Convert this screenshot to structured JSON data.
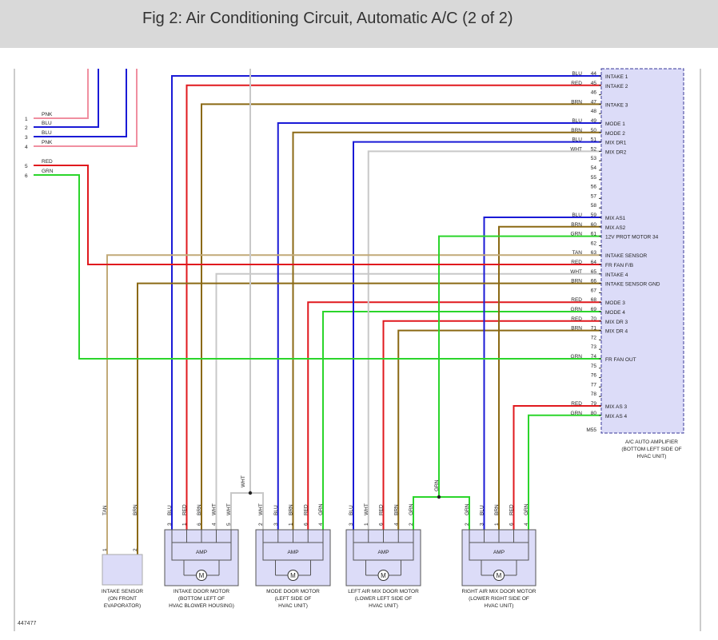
{
  "title": "Fig 2: Air Conditioning Circuit, Automatic A/C (2 of 2)",
  "figure_id": "447477",
  "colors": {
    "BLU": "#1a1ad6",
    "RED": "#e0191e",
    "BRN": "#8b6914",
    "PNK": "#f08fa0",
    "GRN": "#2bd52b",
    "WHT": "#c8c8c8",
    "TAN": "#c2aa78"
  },
  "left_connector": [
    {
      "pin": "1",
      "color": "PNK"
    },
    {
      "pin": "2",
      "color": "BLU"
    },
    {
      "pin": "3",
      "color": "BLU"
    },
    {
      "pin": "4",
      "color": "PNK"
    },
    {
      "pin": "5",
      "color": "RED"
    },
    {
      "pin": "6",
      "color": "GRN"
    }
  ],
  "amplifier": {
    "label_lines": [
      "A/C AUTO AMPLIFIER",
      "(BOTTOM LEFT SIDE OF",
      "HVAC UNIT)"
    ],
    "ground_label": "M55",
    "pins": [
      {
        "pin": "44",
        "color": "BLU",
        "name": "INTAKE 1"
      },
      {
        "pin": "45",
        "color": "RED",
        "name": "INTAKE 2"
      },
      {
        "pin": "46",
        "color": "",
        "name": ""
      },
      {
        "pin": "47",
        "color": "BRN",
        "name": "INTAKE 3"
      },
      {
        "pin": "48",
        "color": "",
        "name": ""
      },
      {
        "pin": "49",
        "color": "BLU",
        "name": "MODE 1"
      },
      {
        "pin": "50",
        "color": "BRN",
        "name": "MODE 2"
      },
      {
        "pin": "51",
        "color": "BLU",
        "name": "MIX DR1"
      },
      {
        "pin": "52",
        "color": "WHT",
        "name": "MIX DR2"
      },
      {
        "pin": "53",
        "color": "",
        "name": ""
      },
      {
        "pin": "54",
        "color": "",
        "name": ""
      },
      {
        "pin": "55",
        "color": "",
        "name": ""
      },
      {
        "pin": "56",
        "color": "",
        "name": ""
      },
      {
        "pin": "57",
        "color": "",
        "name": ""
      },
      {
        "pin": "58",
        "color": "",
        "name": ""
      },
      {
        "pin": "59",
        "color": "BLU",
        "name": "MIX AS1"
      },
      {
        "pin": "60",
        "color": "BRN",
        "name": "MIX AS2"
      },
      {
        "pin": "61",
        "color": "GRN",
        "name": "12V PROT MOTOR 34"
      },
      {
        "pin": "62",
        "color": "",
        "name": ""
      },
      {
        "pin": "63",
        "color": "TAN",
        "name": "INTAKE SENSOR"
      },
      {
        "pin": "64",
        "color": "RED",
        "name": "FR FAN F/B"
      },
      {
        "pin": "65",
        "color": "WHT",
        "name": "INTAKE 4"
      },
      {
        "pin": "66",
        "color": "BRN",
        "name": "INTAKE SENSOR GND"
      },
      {
        "pin": "67",
        "color": "",
        "name": ""
      },
      {
        "pin": "68",
        "color": "RED",
        "name": "MODE 3"
      },
      {
        "pin": "69",
        "color": "GRN",
        "name": "MODE 4"
      },
      {
        "pin": "70",
        "color": "RED",
        "name": "MIX DR 3"
      },
      {
        "pin": "71",
        "color": "BRN",
        "name": "MIX DR 4"
      },
      {
        "pin": "72",
        "color": "",
        "name": ""
      },
      {
        "pin": "73",
        "color": "",
        "name": ""
      },
      {
        "pin": "74",
        "color": "GRN",
        "name": "FR FAN OUT"
      },
      {
        "pin": "75",
        "color": "",
        "name": ""
      },
      {
        "pin": "76",
        "color": "",
        "name": ""
      },
      {
        "pin": "77",
        "color": "",
        "name": ""
      },
      {
        "pin": "78",
        "color": "",
        "name": ""
      },
      {
        "pin": "79",
        "color": "RED",
        "name": "MIX AS 3"
      },
      {
        "pin": "80",
        "color": "GRN",
        "name": "MIX AS 4"
      }
    ]
  },
  "sensor": {
    "label_lines": [
      "INTAKE SENSOR",
      "(ON FRONT",
      "EVAPORATOR)"
    ],
    "pins": [
      {
        "pin": "1",
        "color": "TAN"
      },
      {
        "pin": "2",
        "color": "BRN"
      }
    ]
  },
  "motors": [
    {
      "id": "intake",
      "label_lines": [
        "INTAKE DOOR MOTOR",
        "(BOTTOM LEFT OF",
        "HVAC BLOWER HOUSING)"
      ],
      "amp": "AMP",
      "motor": "M",
      "pins": [
        {
          "pin": "3",
          "color": "BLU"
        },
        {
          "pin": "1",
          "color": "RED"
        },
        {
          "pin": "6",
          "color": "BRN"
        },
        {
          "pin": "4",
          "color": "WHT"
        },
        {
          "pin": "5",
          "color": "WHT"
        }
      ]
    },
    {
      "id": "mode",
      "label_lines": [
        "MODE DOOR MOTOR",
        "(LEFT SIDE OF",
        "HVAC UNIT)"
      ],
      "amp": "AMP",
      "motor": "M",
      "pins": [
        {
          "pin": "2",
          "color": "WHT"
        },
        {
          "pin": "3",
          "color": "BLU"
        },
        {
          "pin": "1",
          "color": "BRN"
        },
        {
          "pin": "6",
          "color": "RED"
        },
        {
          "pin": "4",
          "color": "GRN"
        }
      ]
    },
    {
      "id": "left-mix",
      "label_lines": [
        "LEFT AIR MIX DOOR MOTOR",
        "(LOWER LEFT SIDE OF",
        "HVAC UNIT)"
      ],
      "amp": "AMP",
      "motor": "M",
      "pins": [
        {
          "pin": "3",
          "color": "BLU"
        },
        {
          "pin": "1",
          "color": "WHT"
        },
        {
          "pin": "6",
          "color": "RED"
        },
        {
          "pin": "4",
          "color": "BRN"
        },
        {
          "pin": "2",
          "color": "GRN"
        }
      ]
    },
    {
      "id": "right-mix",
      "label_lines": [
        "RIGHT AIR MIX DOOR MOTOR",
        "(LOWER RIGHT SIDE OF",
        "HVAC UNIT)"
      ],
      "amp": "AMP",
      "motor": "M",
      "pins": [
        {
          "pin": "2",
          "color": "GRN"
        },
        {
          "pin": "3",
          "color": "BLU"
        },
        {
          "pin": "1",
          "color": "BRN"
        },
        {
          "pin": "6",
          "color": "RED"
        },
        {
          "pin": "4",
          "color": "GRN"
        }
      ]
    }
  ],
  "splices": [
    {
      "id": "wht-splice",
      "color": "WHT"
    },
    {
      "id": "grn-splice",
      "color": "GRN"
    }
  ]
}
